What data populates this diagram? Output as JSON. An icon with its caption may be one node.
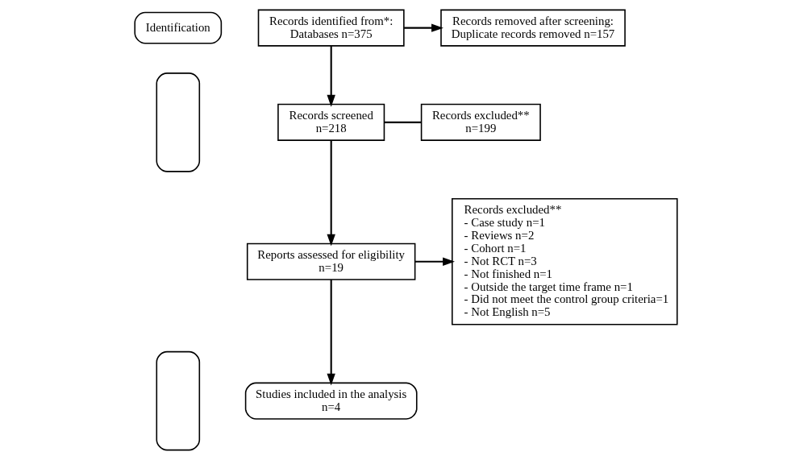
{
  "diagram": {
    "nodes": [
      {
        "text": [
          "Identification"
        ]
      },
      {
        "text": [],
        "shape": "box"
      },
      {
        "text": [],
        "shape": "box"
      },
      {
        "text": [
          "Records identified from*:",
          "Databases n=375"
        ]
      },
      {
        "text": [
          "Records removed after screening:",
          "Duplicate records removed n=157"
        ]
      },
      {
        "text": [
          "Records screened",
          "n=218"
        ]
      },
      {
        "text": [
          "Records excluded**",
          "n=199"
        ]
      },
      {
        "text": [
          "Reports assessed for eligibility",
          "n=19"
        ]
      },
      {
        "text": [
          "Records excluded**",
          "- Case study n=1",
          "- Reviews n=2",
          "- Cohort n=1",
          "- Not RCT n=3",
          "- Not finished n=1",
          "- Outside the target time frame n=1",
          "- Did not meet the control group criteria=1",
          "- Not English n=5"
        ]
      },
      {
        "text": [
          "Studies included in the analysis",
          "n=4"
        ]
      }
    ],
    "edges": [
      {
        "from": 3,
        "to": 4,
        "arrow": "to"
      },
      {
        "from": 3,
        "to": 5,
        "arrow": "to"
      },
      {
        "from": 5,
        "to": 6,
        "arrow": "none"
      },
      {
        "from": 5,
        "to": 7,
        "arrow": "to"
      },
      {
        "from": 7,
        "to": 8,
        "arrow": "to"
      },
      {
        "from": 7,
        "to": 9,
        "arrow": "to"
      }
    ]
  }
}
